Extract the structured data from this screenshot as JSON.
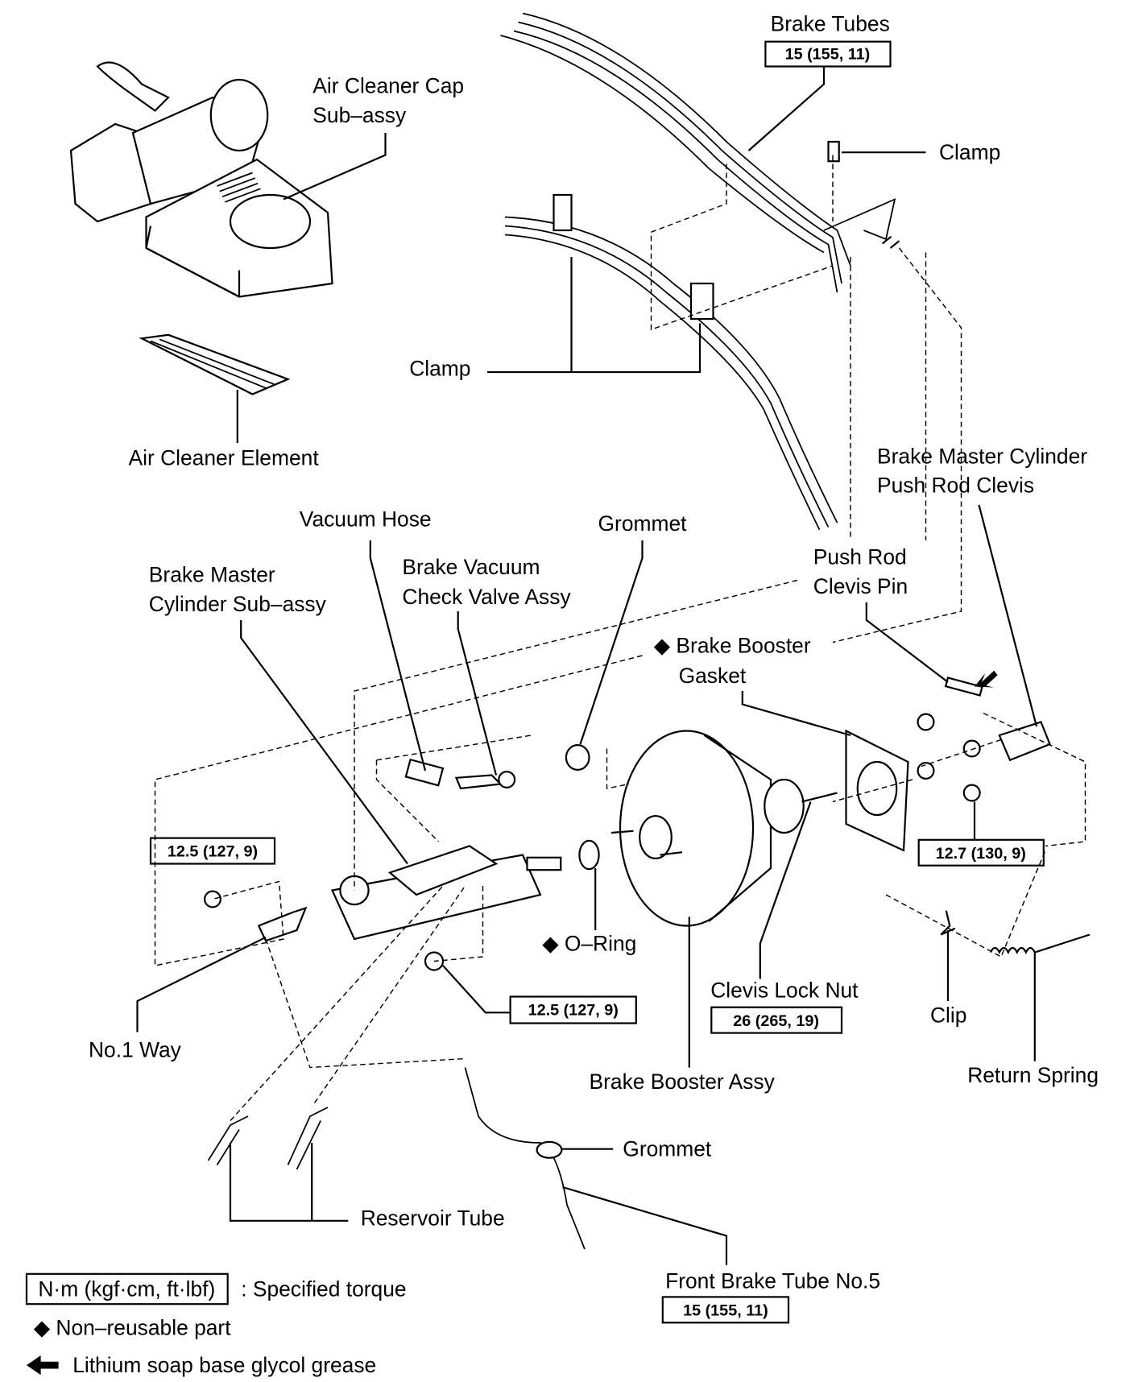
{
  "labels": {
    "brake_tubes": "Brake Tubes",
    "brake_tubes_torque": "15 (155, 11)",
    "air_cleaner_cap_1": "Air Cleaner Cap",
    "air_cleaner_cap_2": "Sub–assy",
    "clamp_upper": "Clamp",
    "clamp_lower": "Clamp",
    "air_cleaner_element": "Air Cleaner Element",
    "push_rod_clevis_1": "Brake Master Cylinder",
    "push_rod_clevis_2": "Push Rod Clevis",
    "vacuum_hose": "Vacuum Hose",
    "grommet_upper": "Grommet",
    "check_valve_1": "Brake Vacuum",
    "check_valve_2": "Check Valve Assy",
    "master_cylinder_1": "Brake Master",
    "master_cylinder_2": "Cylinder Sub–assy",
    "clevis_pin_1": "Push Rod",
    "clevis_pin_2": "Clevis Pin",
    "booster_gasket_1": "◆ Brake Booster",
    "booster_gasket_2": "Gasket",
    "torque_left": "12.5 (127, 9)",
    "torque_right": "12.7 (130, 9)",
    "o_ring": "◆ O–Ring",
    "clevis_lock_nut": "Clevis Lock Nut",
    "clevis_lock_nut_torque": "26 (265, 19)",
    "clip": "Clip",
    "torque_bottom": "12.5 (127, 9)",
    "no1_way": "No.1 Way",
    "return_spring": "Return Spring",
    "brake_booster_assy": "Brake Booster Assy",
    "grommet_lower": "Grommet",
    "reservoir_tube": "Reservoir Tube",
    "front_brake_tube": "Front Brake Tube No.5",
    "front_brake_tube_torque": "15 (155, 11)"
  },
  "legend": {
    "torque_unit": "N·m (kgf·cm, ft·lbf)",
    "torque_desc": ": Specified torque",
    "non_reusable": "◆ Non–reusable part",
    "grease": "Lithium soap base glycol grease"
  }
}
